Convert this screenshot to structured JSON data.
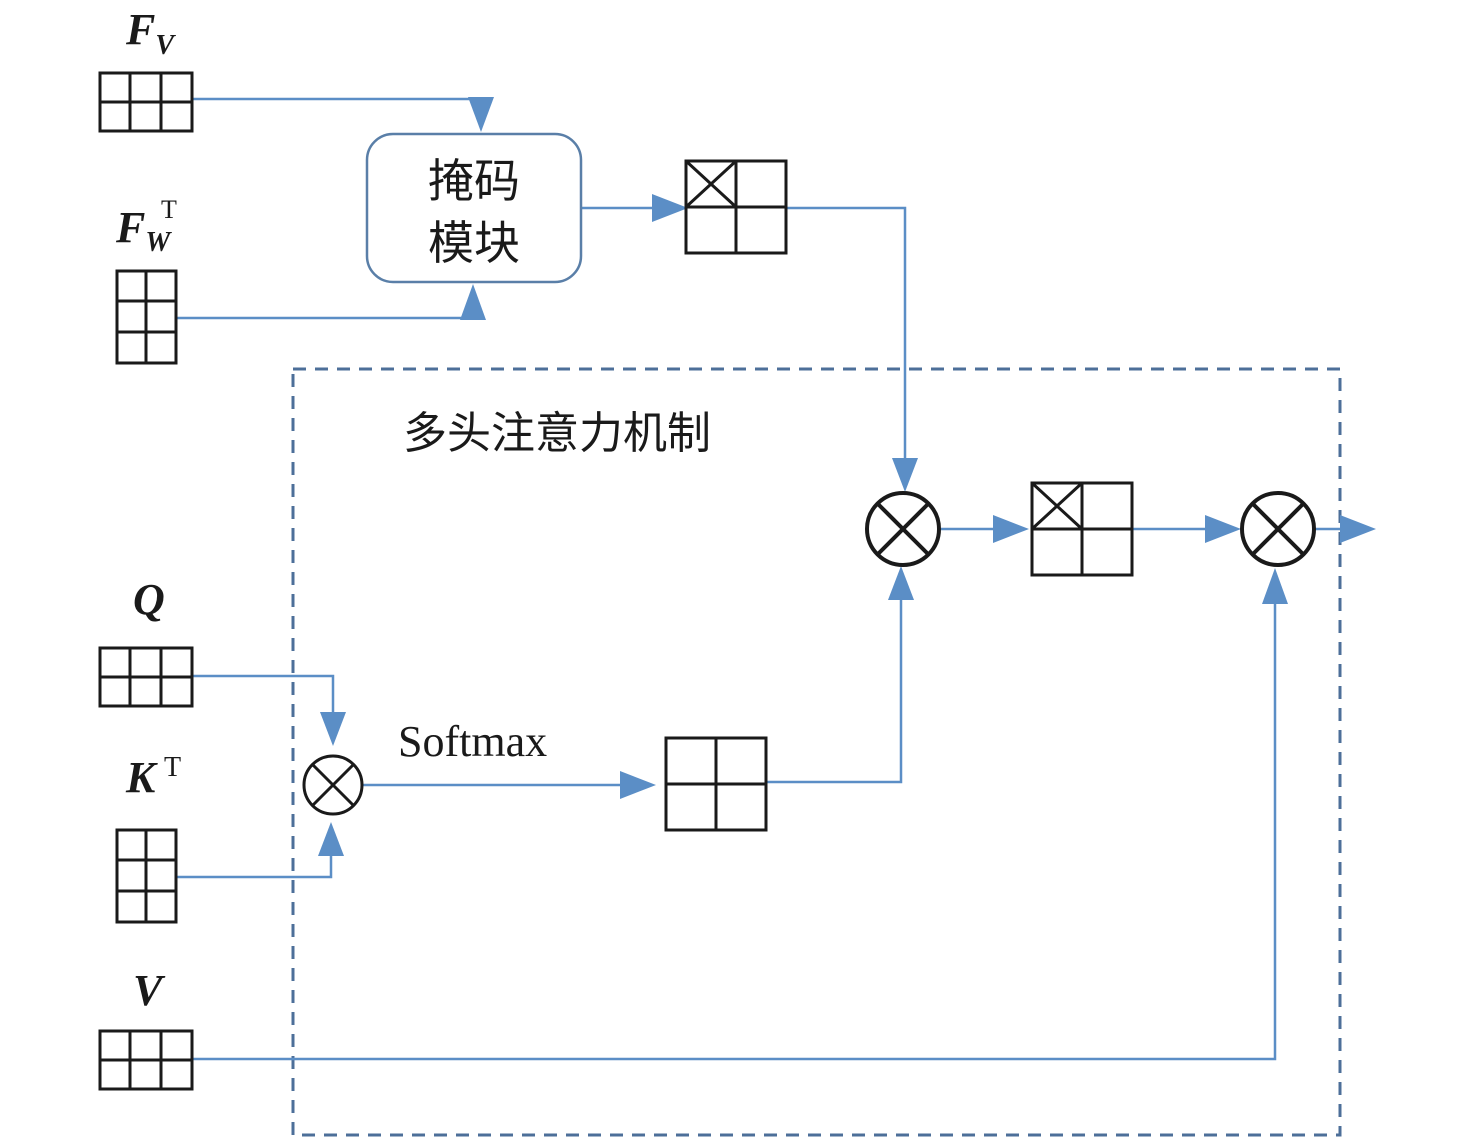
{
  "diagram": {
    "inputs": {
      "fv": {
        "symbol": "F",
        "subscript": "V",
        "superscript": ""
      },
      "fw": {
        "symbol": "F",
        "subscript": "W",
        "superscript": "T"
      },
      "q": {
        "symbol": "Q",
        "subscript": "",
        "superscript": ""
      },
      "k": {
        "symbol": "K",
        "subscript": "",
        "superscript": "T"
      },
      "v": {
        "symbol": "V",
        "subscript": "",
        "superscript": ""
      }
    },
    "mask_module": {
      "line1": "掩码",
      "line2": "模块"
    },
    "attention_block": {
      "title": "多头注意力机制"
    },
    "softmax_label": "Softmax",
    "operator_symbol": "multiply-circle",
    "colors": {
      "flow": "#5b8ec6",
      "dashed_border": "#4d6f99",
      "module_border": "#5a7fa8",
      "matrix_stroke": "#1a1a1a"
    }
  }
}
